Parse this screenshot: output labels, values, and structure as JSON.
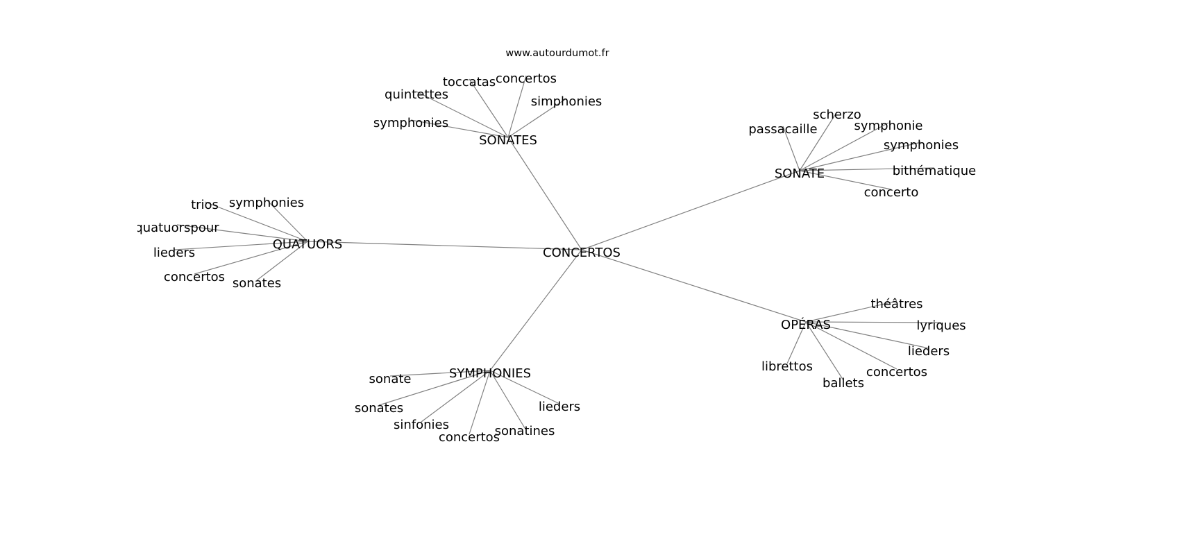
{
  "watermark": "www.autourdumot.fr",
  "center": {
    "label": "CONCERTOS"
  },
  "hubs": [
    {
      "label": "SONATES",
      "leaves": [
        "toccatas",
        "concertos",
        "quintettes",
        "simphonies",
        "symphonies"
      ]
    },
    {
      "label": "QUATUORS",
      "leaves": [
        "trios",
        "symphonies",
        "quatuorspour",
        "lieders",
        "concertos",
        "sonates"
      ]
    },
    {
      "label": "SONATE",
      "leaves": [
        "passacaille",
        "scherzo",
        "symphonie",
        "symphonies",
        "bithématique",
        "concerto"
      ]
    },
    {
      "label": "OPÉRAS",
      "leaves": [
        "théâtres",
        "lyriques",
        "lieders",
        "concertos",
        "ballets",
        "librettos"
      ]
    },
    {
      "label": "SYMPHONIES",
      "leaves": [
        "sonate",
        "sonates",
        "sinfonies",
        "concertos",
        "sonatines",
        "lieders"
      ]
    }
  ],
  "colors": {
    "edge": "#808080",
    "text": "#000000",
    "background": "#ffffff"
  }
}
